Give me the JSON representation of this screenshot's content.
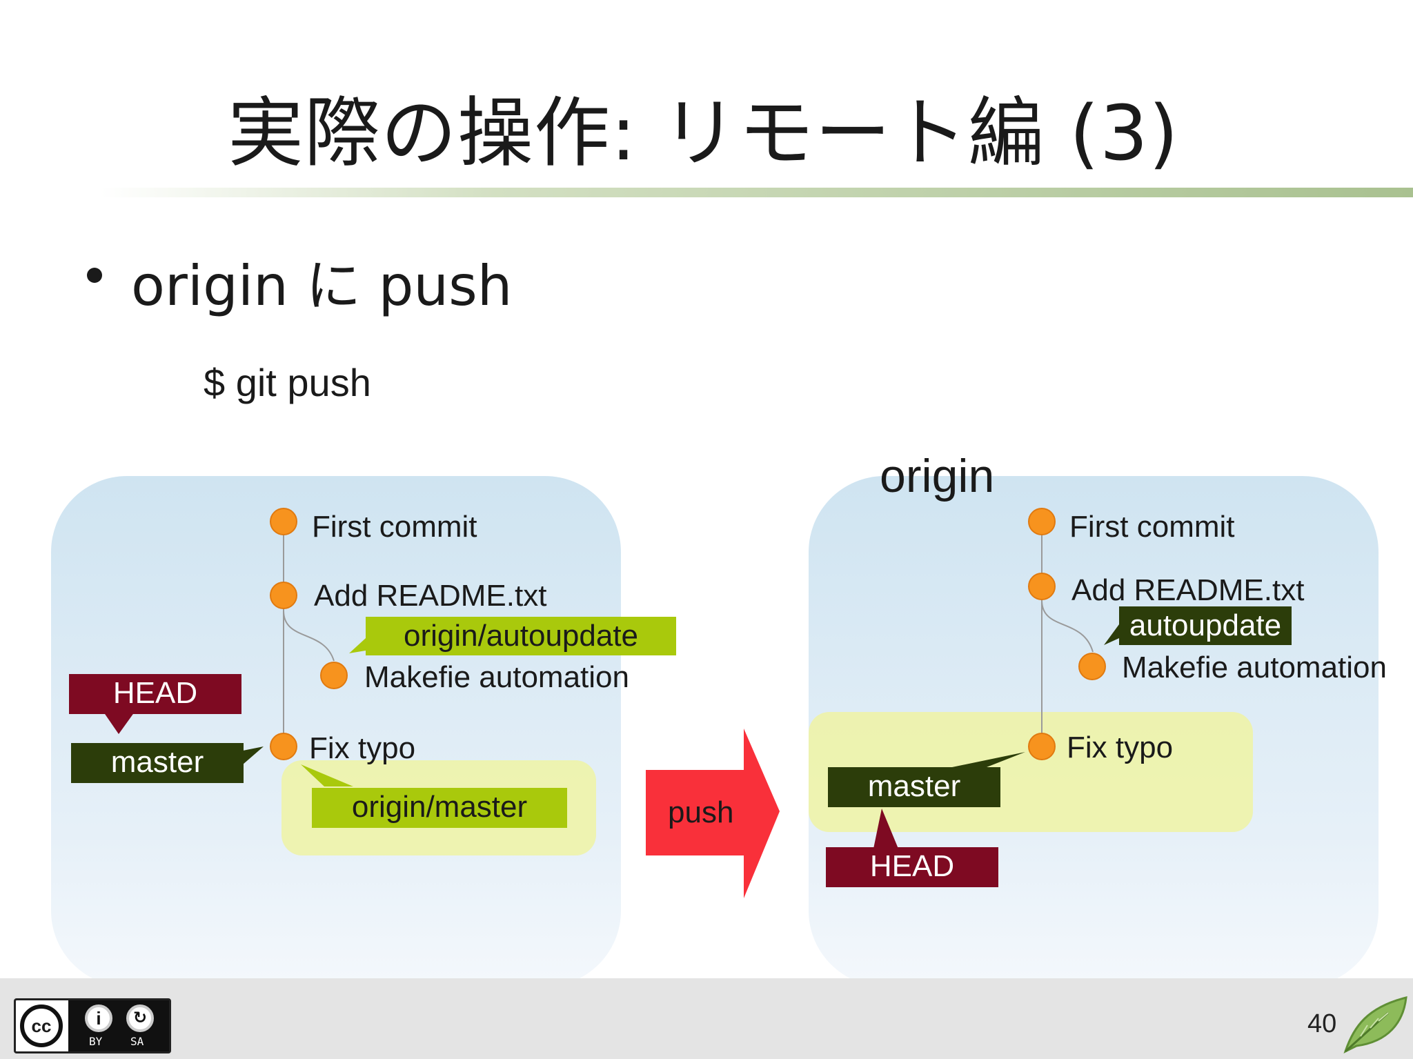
{
  "slide": {
    "title": "実際の操作: リモート編 (3)",
    "bullet": "origin に push",
    "command": "$ git push",
    "page_number": "40"
  },
  "local_repo": {
    "commits": [
      "First commit",
      "Add README.txt",
      "Makefie automation",
      "Fix typo"
    ],
    "labels": {
      "head": "HEAD",
      "master": "master",
      "origin_autoupdate": "origin/autoupdate",
      "origin_master": "origin/master"
    }
  },
  "arrow": {
    "label": "push",
    "color": "#f9303a"
  },
  "remote_repo": {
    "name": "origin",
    "commits": [
      "First commit",
      "Add README.txt",
      "Makefie automation",
      "Fix typo"
    ],
    "labels": {
      "autoupdate": "autoupdate",
      "master": "master",
      "head": "HEAD"
    }
  },
  "footer": {
    "license_icon": "cc-by-sa-icon",
    "license_text": {
      "cc": "cc",
      "by": "BY",
      "sa": "SA"
    },
    "logo_icon": "leaf-icon"
  },
  "colors": {
    "node": "#f7931e",
    "tag_lime": "#a9c90c",
    "tag_dark": "#2c3d0a",
    "tag_red": "#7e0a22",
    "panel": "#d4e7f3",
    "highlight": "#eef3a8"
  }
}
